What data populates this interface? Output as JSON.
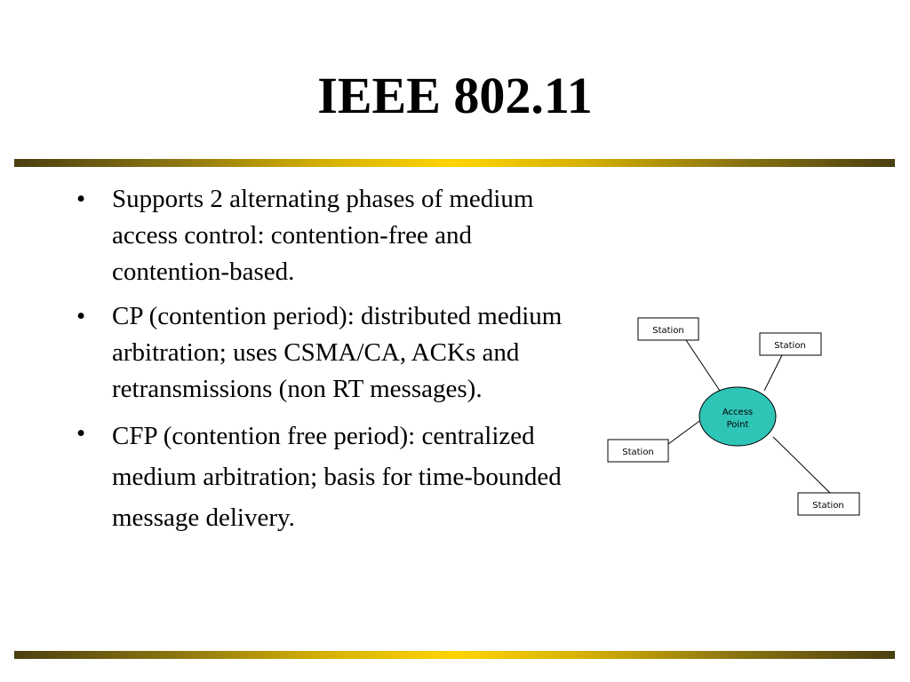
{
  "slide": {
    "title": "IEEE 802.11",
    "bullets": [
      "Supports 2 alternating phases of medium access control: contention-free and contention-based.",
      "CP (contention period): distributed medium arbitration; uses CSMA/CA, ACKs and retransmissions (non RT messages).",
      "CFP (contention free period): centralized medium arbitration; basis for time-bounded message delivery."
    ],
    "bullet_symbol": "•"
  },
  "diagram": {
    "hub_label_line1": "Access",
    "hub_label_line2": "Point",
    "hub_color": "#2ec4b6",
    "stations": [
      {
        "label": "Station"
      },
      {
        "label": "Station"
      },
      {
        "label": "Station"
      },
      {
        "label": "Station"
      }
    ]
  }
}
